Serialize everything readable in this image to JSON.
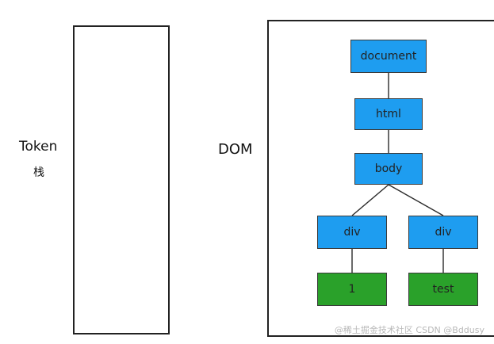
{
  "labels": {
    "token": "Token",
    "stack": "栈",
    "dom": "DOM"
  },
  "tree": {
    "nodes": [
      {
        "id": "document",
        "label": "document",
        "type": "element"
      },
      {
        "id": "html",
        "label": "html",
        "type": "element"
      },
      {
        "id": "body",
        "label": "body",
        "type": "element"
      },
      {
        "id": "div1",
        "label": "div",
        "type": "element"
      },
      {
        "id": "div2",
        "label": "div",
        "type": "element"
      },
      {
        "id": "text1",
        "label": "1",
        "type": "text"
      },
      {
        "id": "text2",
        "label": "test",
        "type": "text"
      }
    ],
    "edges": [
      [
        "document",
        "html"
      ],
      [
        "html",
        "body"
      ],
      [
        "body",
        "div1"
      ],
      [
        "body",
        "div2"
      ],
      [
        "div1",
        "text1"
      ],
      [
        "div2",
        "text2"
      ]
    ]
  },
  "colors": {
    "element": "#1e9df0",
    "text": "#2aa12a",
    "line": "#2b2b2b"
  },
  "watermark": "@稀土掘金技术社区 CSDN @Bddusy"
}
